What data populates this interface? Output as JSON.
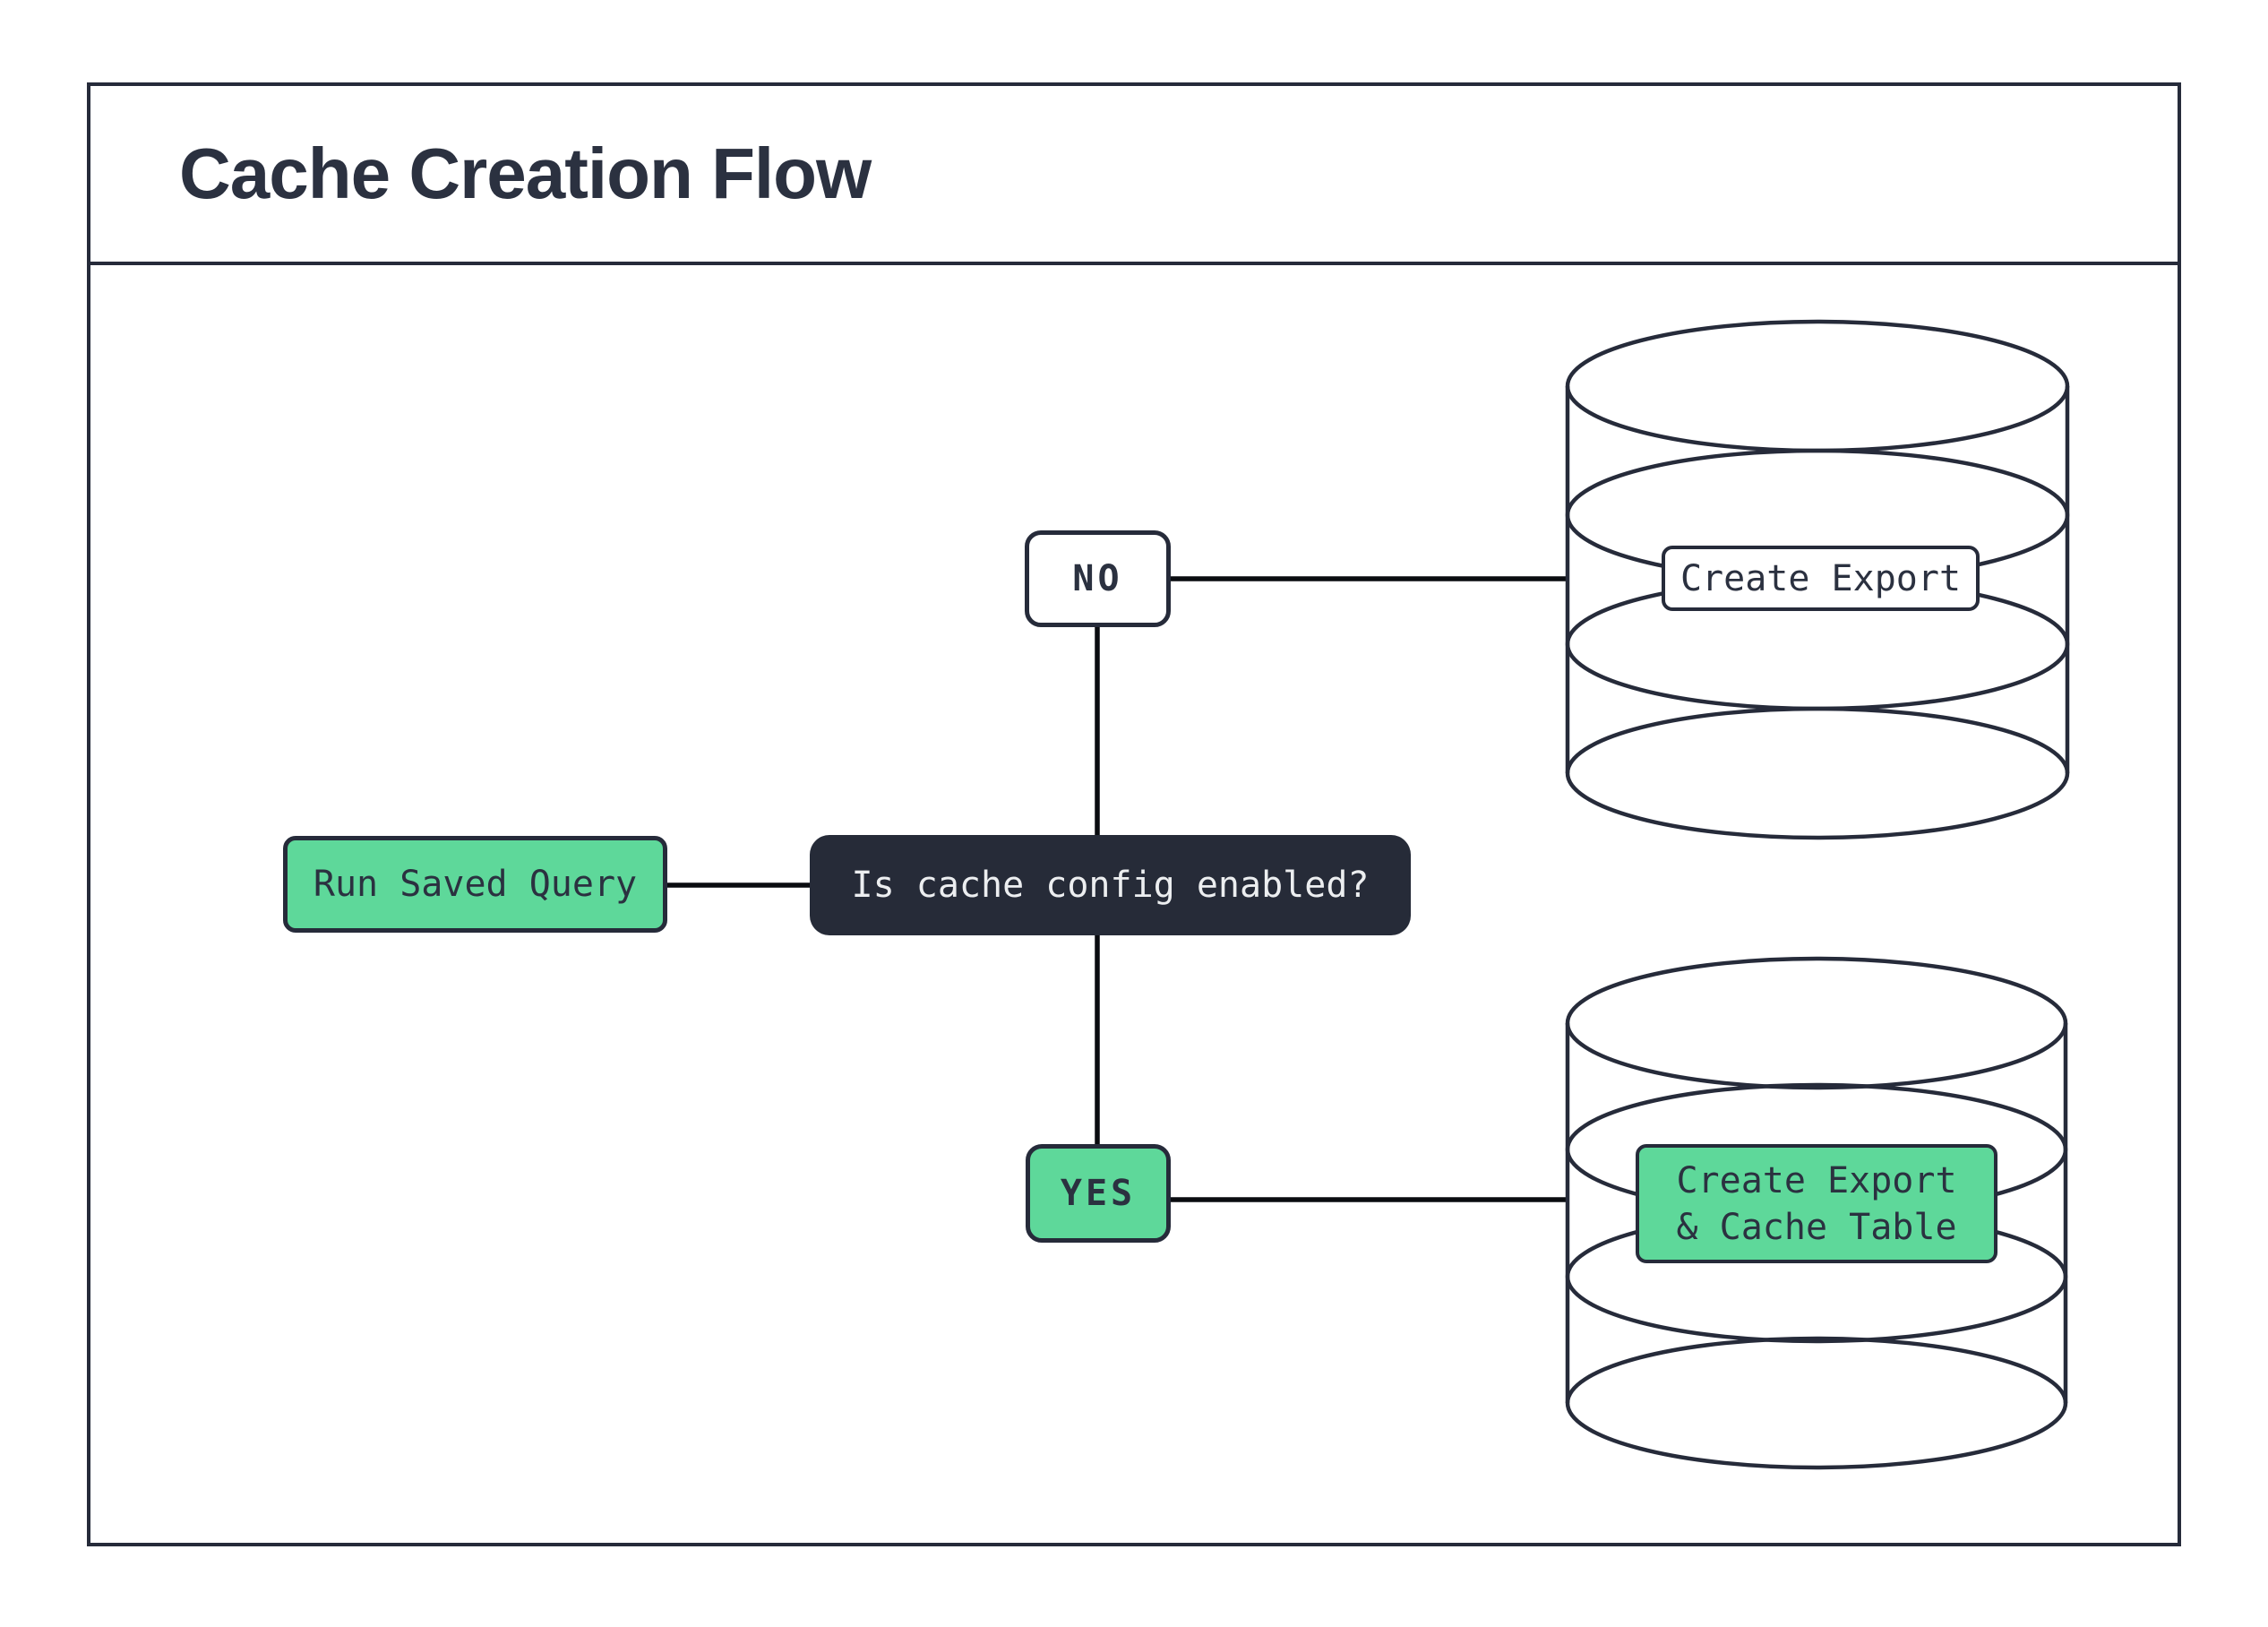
{
  "title": "Cache Creation Flow",
  "diagram": {
    "nodes": {
      "run_saved_query": {
        "label": "Run Saved Query",
        "type": "start"
      },
      "question": {
        "label": "Is cache config enabled?",
        "type": "decision"
      },
      "no_branch": {
        "label": "NO",
        "type": "branch"
      },
      "yes_branch": {
        "label": "YES",
        "type": "branch"
      },
      "export_db": {
        "label": "Create Export",
        "icon": "database-icon"
      },
      "export_cache_db": {
        "label": "Create Export\n& Cache Table",
        "icon": "database-icon"
      }
    },
    "edges": [
      {
        "from": "run_saved_query",
        "to": "question"
      },
      {
        "from": "question",
        "to": "no_branch"
      },
      {
        "from": "question",
        "to": "yes_branch"
      },
      {
        "from": "no_branch",
        "to": "export_db"
      },
      {
        "from": "yes_branch",
        "to": "export_cache_db"
      }
    ]
  },
  "colors": {
    "ink": "#262b3a",
    "connector": "#0a0c10",
    "green": "#5ed89a",
    "decision_fill": "#262b38",
    "decision_text": "#eceef0",
    "text_dark": "#2b3140",
    "background": "#ffffff"
  }
}
